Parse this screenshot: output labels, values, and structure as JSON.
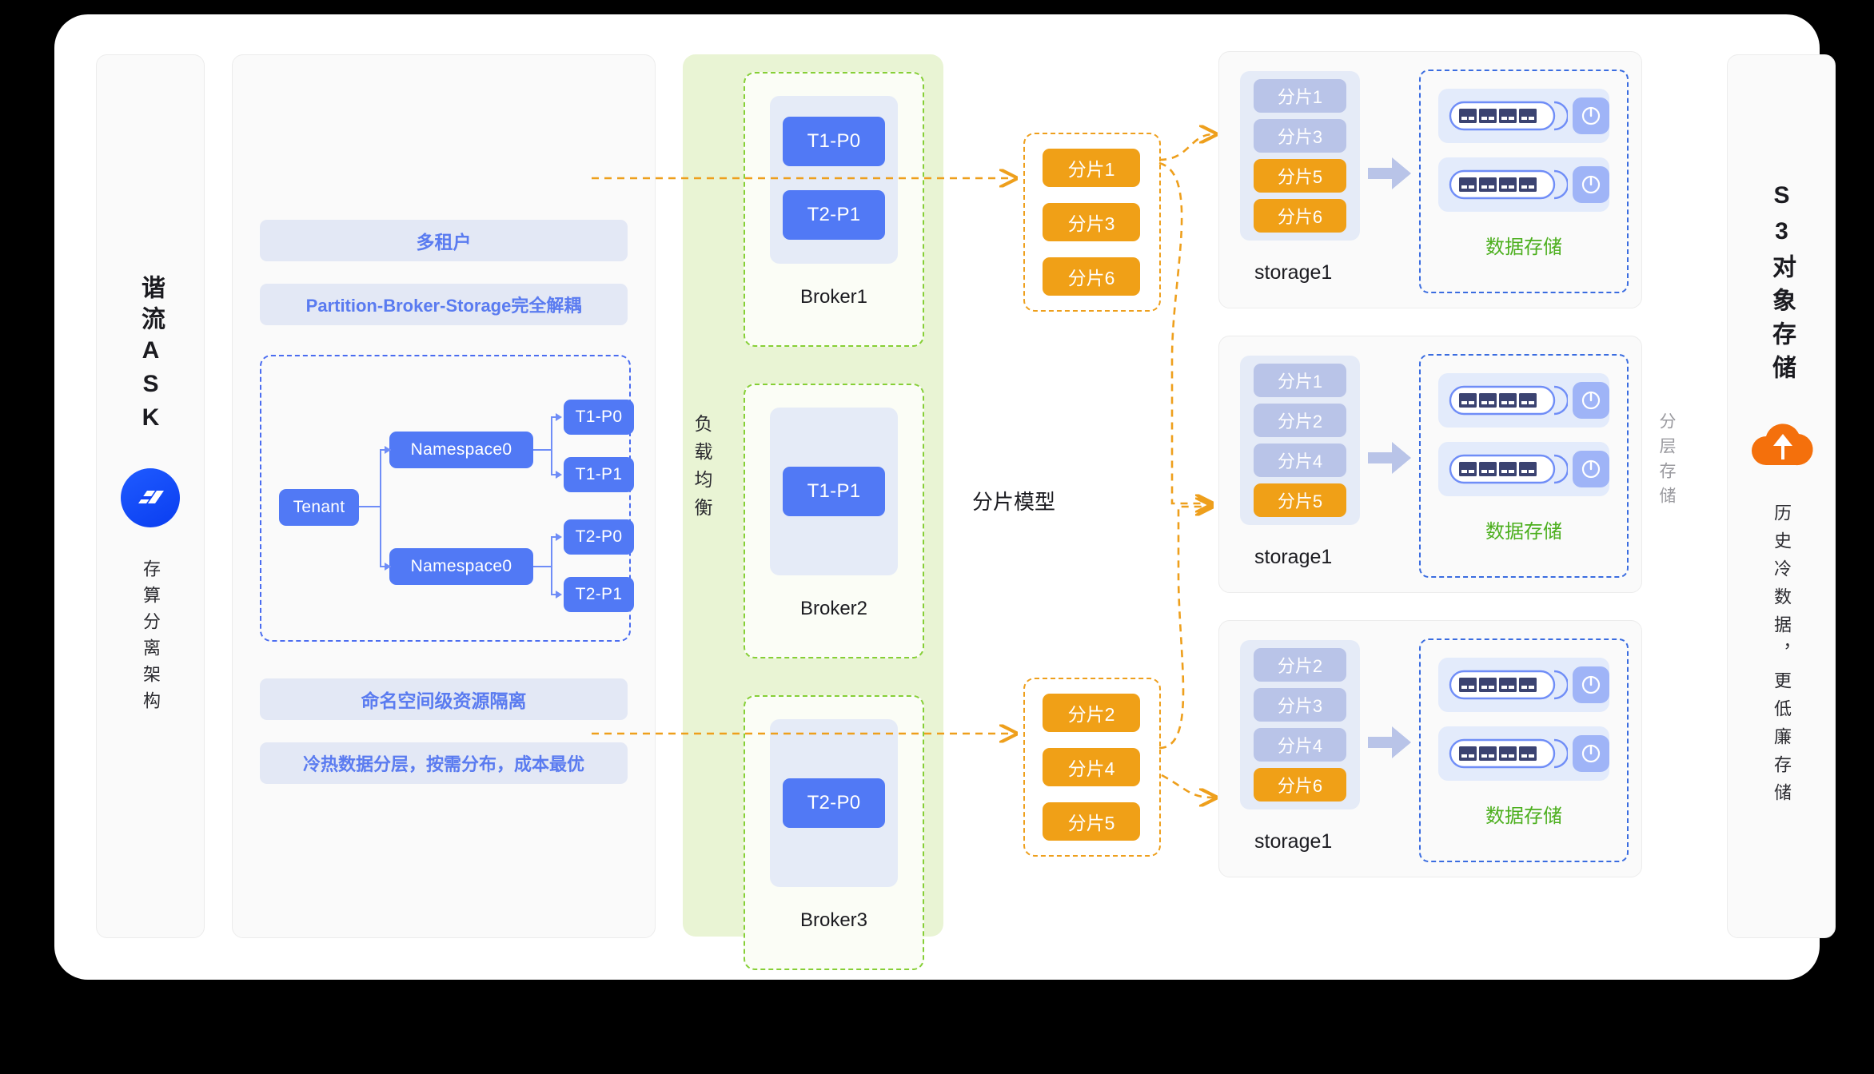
{
  "colors": {
    "blue_node": "#5179f5",
    "orange_shard": "#f0a017",
    "cold_chip": "#b9c4e8",
    "green_dash": "#86cf36",
    "blue_dash": "#3a6ce0",
    "orange_dash": "#ee9f1c",
    "panel_bg": "#fafafa",
    "broker_bg": "#e9f4d4",
    "pill_bg": "#e3e8f5",
    "pill_text": "#5a7bf0",
    "ds_text": "#4caf1e",
    "s3_cloud": "#f4700c",
    "logo_blue": "#1142f5"
  },
  "left_column": {
    "title": "谐流ASK",
    "logo_icon": "ask-logo-icon",
    "subtitle": "存算分离架构"
  },
  "tenant_panel": {
    "pills_top": [
      "多租户",
      "Partition-Broker-Storage完全解耦"
    ],
    "pills_bottom": [
      "命名空间级资源隔离",
      "冷热数据分层，按需分布，成本最优"
    ],
    "tree": {
      "root": "Tenant",
      "namespaces": [
        "Namespace0",
        "Namespace0"
      ],
      "partitions_ns0": [
        "T1-P0",
        "T1-P1"
      ],
      "partitions_ns1": [
        "T2-P0",
        "T2-P1"
      ]
    }
  },
  "broker_column": {
    "side_label": "负载均衡",
    "brokers": [
      {
        "name": "Broker1",
        "partitions": [
          "T1-P0",
          "T2-P1"
        ]
      },
      {
        "name": "Broker2",
        "partitions": [
          "T1-P1"
        ]
      },
      {
        "name": "Broker3",
        "partitions": [
          "T2-P0"
        ]
      }
    ]
  },
  "shard_model": {
    "label": "分片模型",
    "groups": [
      {
        "shards": [
          "分片1",
          "分片3",
          "分片6"
        ]
      },
      {
        "shards": [
          "分片2",
          "分片4",
          "分片5"
        ]
      }
    ]
  },
  "storage_panels": [
    {
      "name": "storage1",
      "shards": [
        {
          "label": "分片1",
          "state": "cold"
        },
        {
          "label": "分片3",
          "state": "cold"
        },
        {
          "label": "分片5",
          "state": "hot"
        },
        {
          "label": "分片6",
          "state": "hot"
        }
      ],
      "data_store_label": "数据存储",
      "disk_count": 2
    },
    {
      "name": "storage1",
      "shards": [
        {
          "label": "分片1",
          "state": "cold"
        },
        {
          "label": "分片2",
          "state": "cold"
        },
        {
          "label": "分片4",
          "state": "cold"
        },
        {
          "label": "分片5",
          "state": "hot"
        }
      ],
      "data_store_label": "数据存储",
      "disk_count": 2
    },
    {
      "name": "storage1",
      "shards": [
        {
          "label": "分片2",
          "state": "cold"
        },
        {
          "label": "分片3",
          "state": "cold"
        },
        {
          "label": "分片4",
          "state": "cold"
        },
        {
          "label": "分片6",
          "state": "hot"
        }
      ],
      "data_store_label": "数据存储",
      "disk_count": 2
    }
  ],
  "tier_label": "分层存储",
  "right_column": {
    "title": "S3对象存储",
    "cloud_icon": "cloud-upload-icon",
    "subtitle": "历史冷数据，更低廉存储"
  }
}
